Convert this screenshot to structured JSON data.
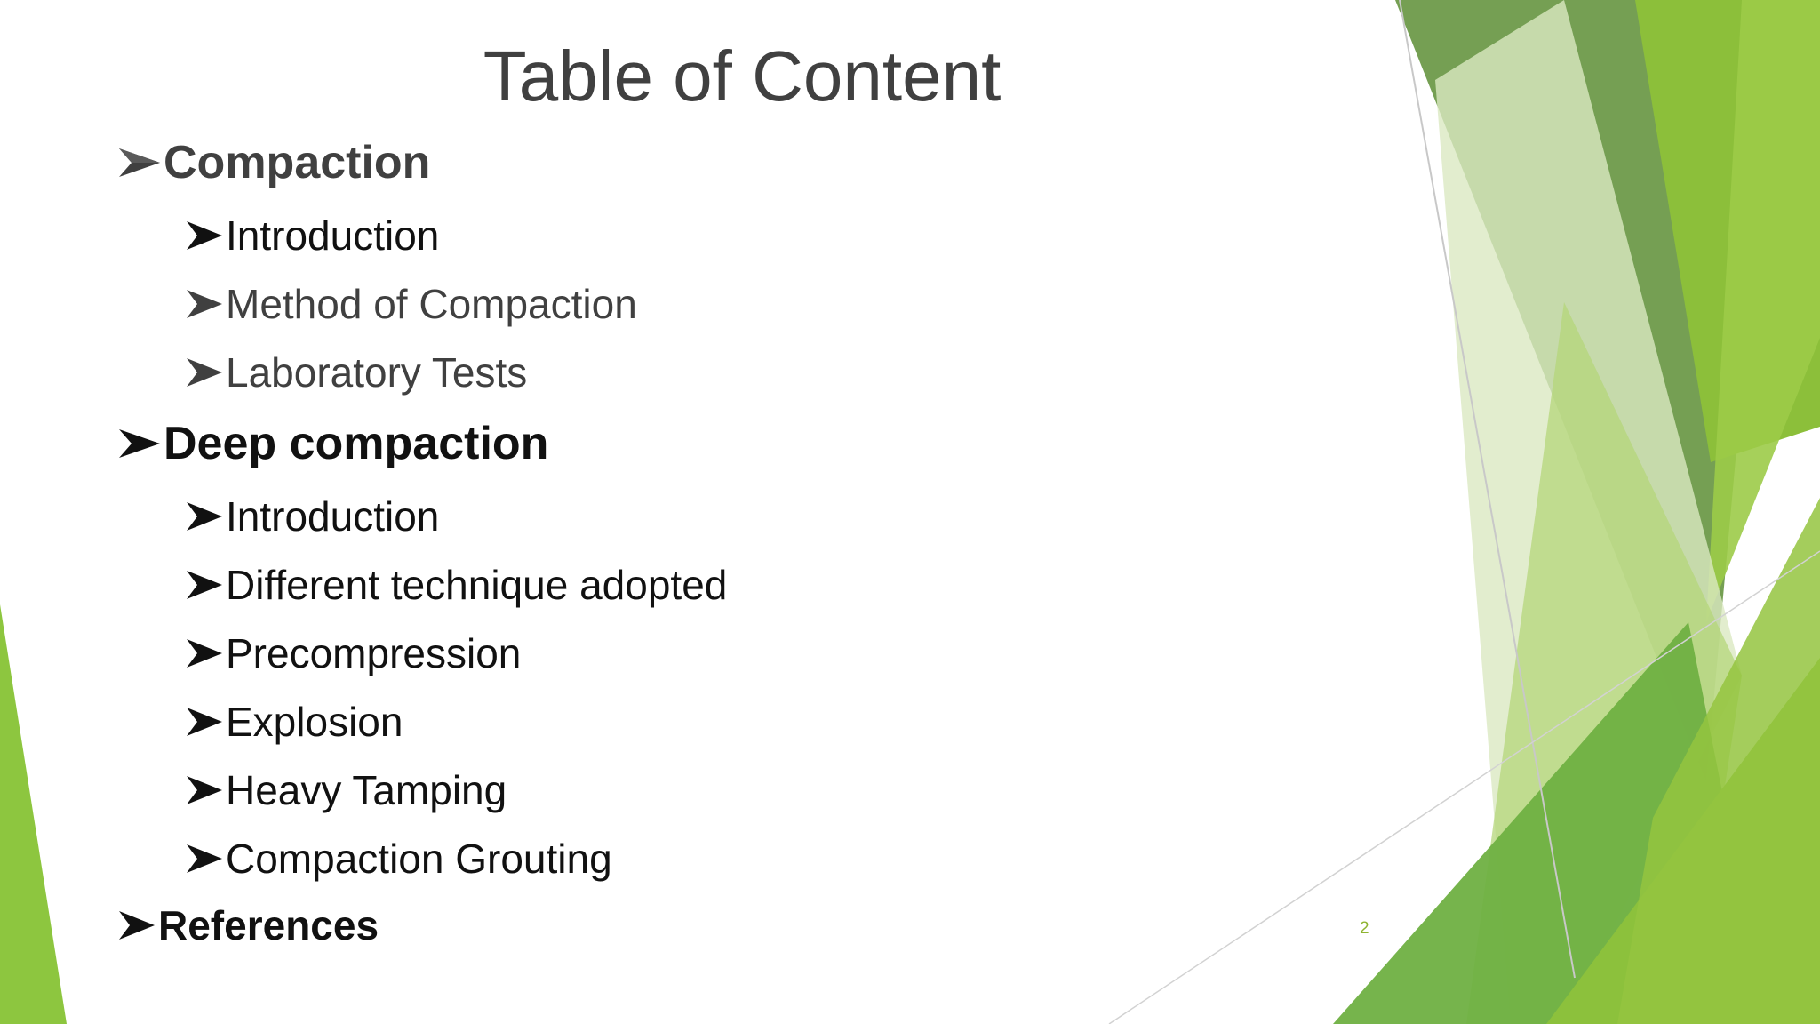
{
  "slide": {
    "title": "Table of Content",
    "page_number": "2",
    "sections": [
      {
        "label": "Compaction",
        "subitems": [
          "Introduction",
          "Method of Compaction",
          "Laboratory Tests"
        ]
      },
      {
        "label": "Deep compaction",
        "subitems": [
          "Introduction",
          "Different technique adopted",
          "Precompression",
          "Explosion",
          "Heavy Tamping",
          "Compaction Grouting"
        ]
      },
      {
        "label": "References",
        "subitems": []
      }
    ]
  },
  "theme": {
    "bullet_icon": "arrowhead-bullet-icon",
    "accent_colors": [
      "#9bc53d",
      "#7ab034",
      "#6e9a4a",
      "#5a8f2a",
      "#d9e9bd"
    ],
    "text_color": "#111111",
    "muted_text_color": "#404040"
  }
}
